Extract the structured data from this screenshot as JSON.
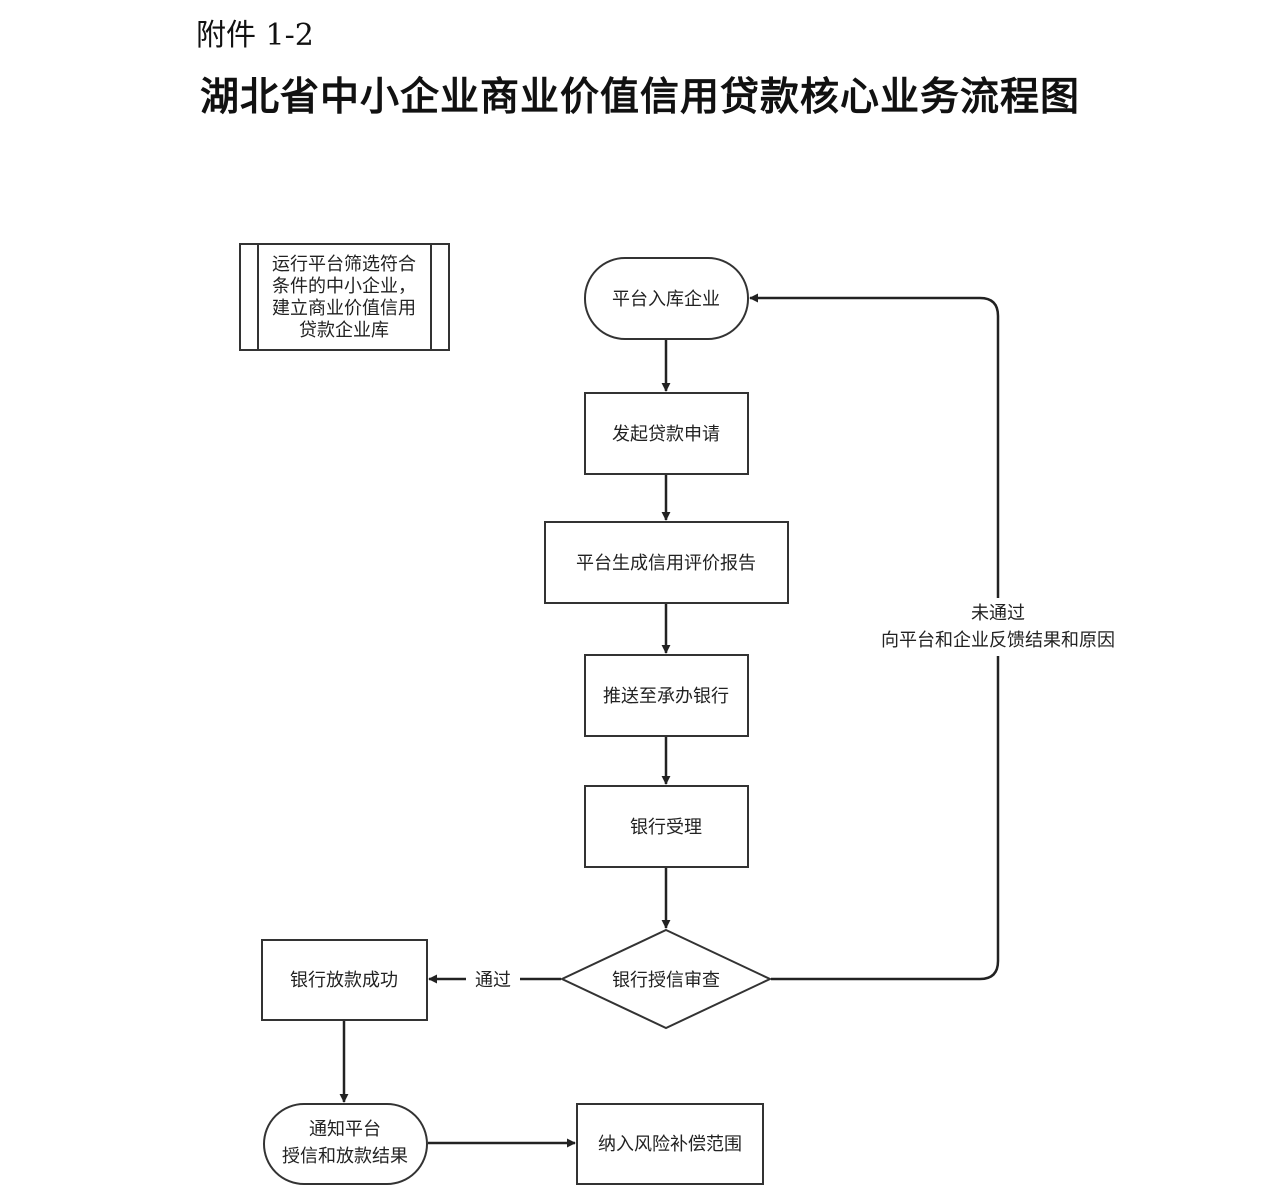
{
  "header": {
    "attachment": "附件 1-2",
    "title": "湖北省中小企业商业价值信用贷款核心业务流程图"
  },
  "diagram": {
    "note": [
      "运行平台筛选符合",
      "条件的中小企业，",
      "建立商业价值信用",
      "贷款企业库"
    ],
    "nodes": {
      "platform_enterprise": "平台入库企业",
      "apply_loan": "发起贷款申请",
      "credit_report": "平台生成信用评价报告",
      "push_bank": "推送至承办银行",
      "bank_accept": "银行受理",
      "credit_review": "银行授信审查",
      "loan_success": "银行放款成功",
      "notify_platform": [
        "通知平台",
        "授信和放款结果"
      ],
      "risk_compensation": "纳入风险补偿范围"
    },
    "edges": {
      "pass_label": "通过",
      "fail_label": [
        "未通过",
        "向平台和企业反馈结果和原因"
      ]
    }
  }
}
